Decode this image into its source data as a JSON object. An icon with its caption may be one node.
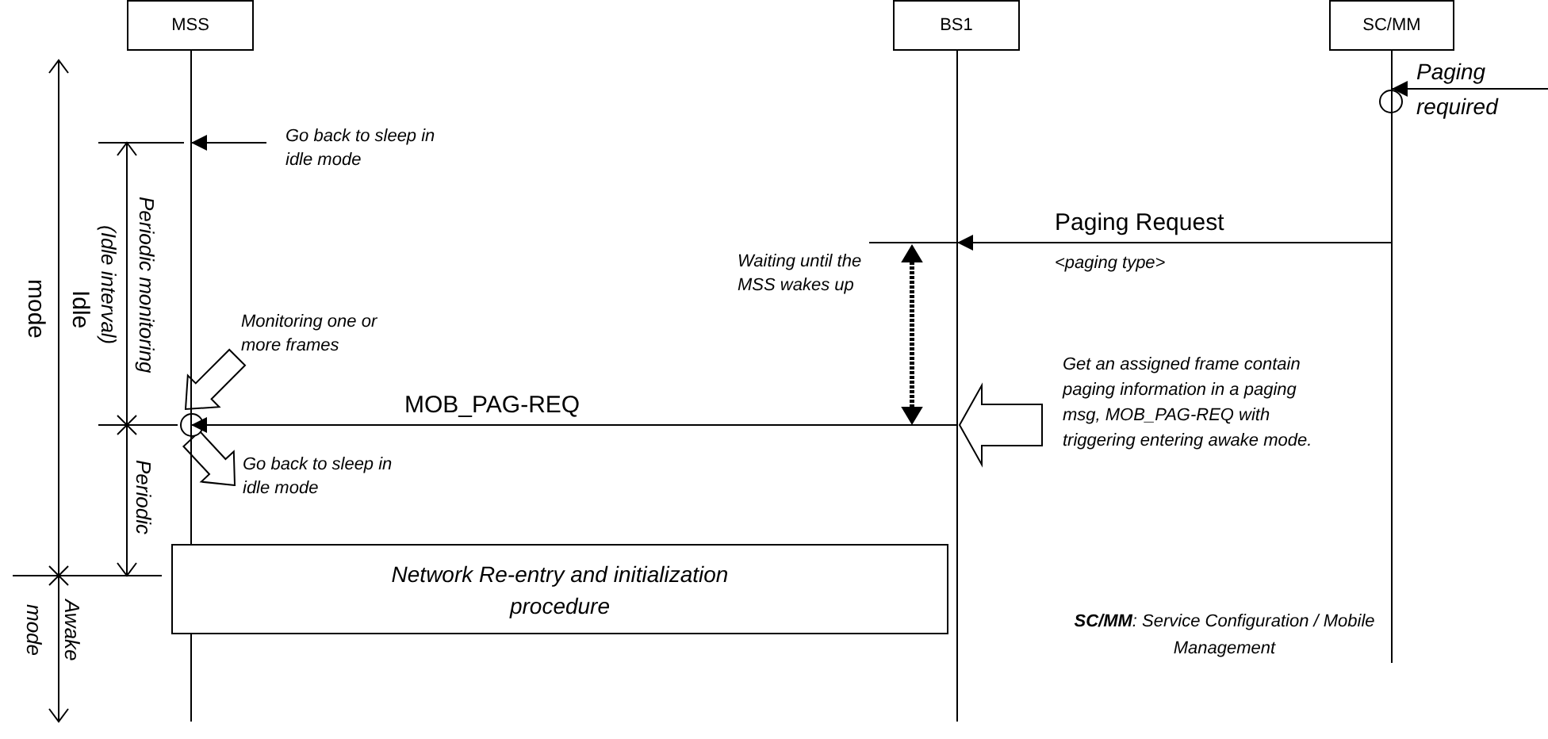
{
  "diagram": {
    "nodes": [
      {
        "text": [
          "MSS"
        ]
      },
      {
        "text": [
          "BS1"
        ]
      },
      {
        "text": [
          "SC/MM"
        ]
      },
      {
        "text": [],
        "shape": "bar"
      },
      {
        "text": [],
        "shape": "bar"
      },
      {
        "text": [],
        "shape": "bar"
      },
      {
        "text": [
          "Network Re-entry and initialization procedure"
        ]
      }
    ],
    "edges": [
      {
        "from": null,
        "to": 3,
        "arrow": "to",
        "label": "Go back to sleep in idle mode"
      },
      {
        "from": null,
        "to": 5,
        "arrow": "to",
        "label": "Paging required"
      },
      {
        "from": 5,
        "to": 4,
        "arrow": "to",
        "label": "Paging Request"
      },
      {
        "from": 4,
        "to": 3,
        "arrow": "to",
        "label": "MOB_PAG-REQ"
      }
    ],
    "labels": [
      "Idle mode",
      "Periodic monitoring (Idle interval)",
      "Periodic",
      "Awake mode",
      "Monitoring one or more frames",
      "Go back to sleep in idle mode",
      "Waiting until the MSS wakes up",
      "<paging type>",
      "Get an assigned frame contain paging information in a paging msg, MOB_PAG-REQ with triggering entering awake mode.",
      "**SC/MM**: Service Configuration / Mobile Management"
    ]
  }
}
